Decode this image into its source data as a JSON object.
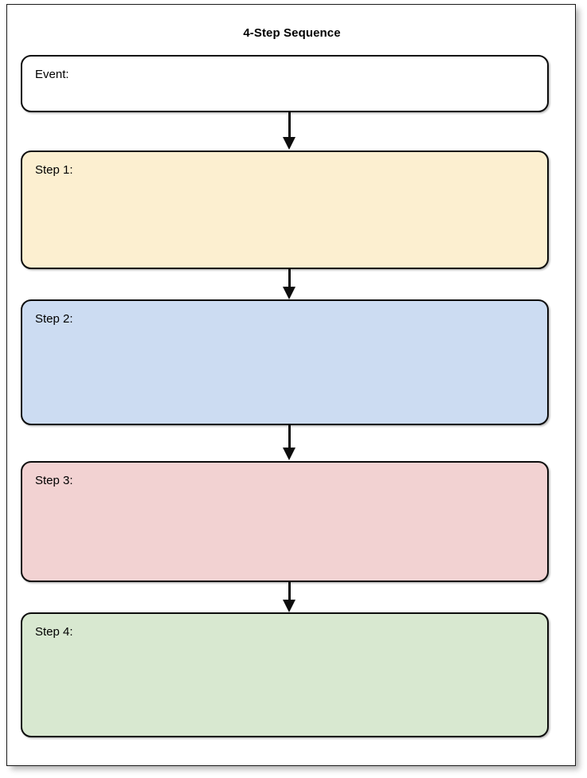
{
  "page": {
    "title": "4-Step Sequence",
    "background_color": "#ffffff",
    "border_color": "#1a1a1a"
  },
  "nodes": [
    {
      "id": "event",
      "label": "Event:",
      "body": "",
      "fill": "#ffffff",
      "stroke": "#0d0d0d"
    },
    {
      "id": "step1",
      "label": "Step 1:",
      "body": "",
      "fill": "#fcefd0",
      "stroke": "#0d0d0d"
    },
    {
      "id": "step2",
      "label": "Step 2:",
      "body": "",
      "fill": "#ccdcf2",
      "stroke": "#0d0d0d"
    },
    {
      "id": "step3",
      "label": "Step 3:",
      "body": "",
      "fill": "#f2d2d2",
      "stroke": "#0d0d0d"
    },
    {
      "id": "step4",
      "label": "Step 4:",
      "body": "",
      "fill": "#d8e8d0",
      "stroke": "#0d0d0d"
    }
  ],
  "connectors": [
    {
      "id": "conn-1",
      "from": "event",
      "to": "step1",
      "icon": "down-arrow-icon",
      "color": "#0d0d0d"
    },
    {
      "id": "conn-2",
      "from": "step1",
      "to": "step2",
      "icon": "down-arrow-icon",
      "color": "#0d0d0d"
    },
    {
      "id": "conn-3",
      "from": "step2",
      "to": "step3",
      "icon": "down-arrow-icon",
      "color": "#0d0d0d"
    },
    {
      "id": "conn-4",
      "from": "step3",
      "to": "step4",
      "icon": "down-arrow-icon",
      "color": "#0d0d0d"
    }
  ]
}
